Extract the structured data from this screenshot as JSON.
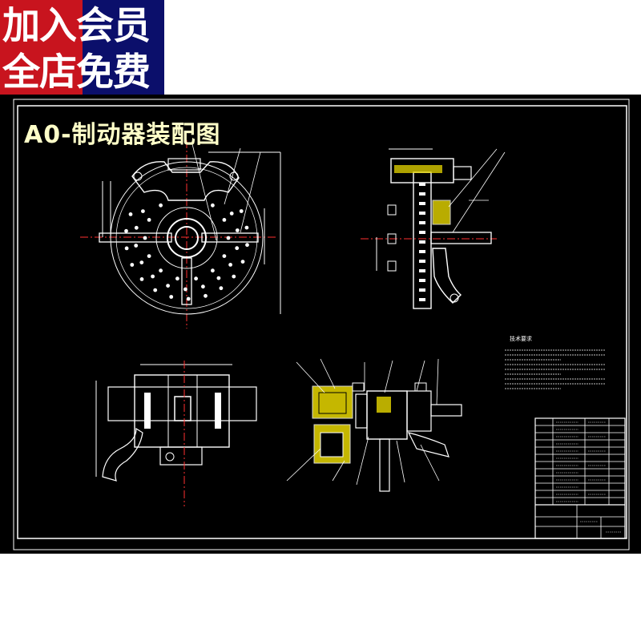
{
  "badge": {
    "line1_left": "加入",
    "line1_right": "会员",
    "line2_left": "全店",
    "line2_right": "免费"
  },
  "drawing": {
    "title": "A0-制动器装配图",
    "tech_notes_heading": "技术要求"
  },
  "colors": {
    "sheet_background": "#000000",
    "line_white": "#ffffff",
    "centerline_red": "#ff3030",
    "hatch_yellow": "#e8d800",
    "title_text": "#ffffc8",
    "badge_red": "#c8141e",
    "badge_blue": "#0b0f6b"
  }
}
